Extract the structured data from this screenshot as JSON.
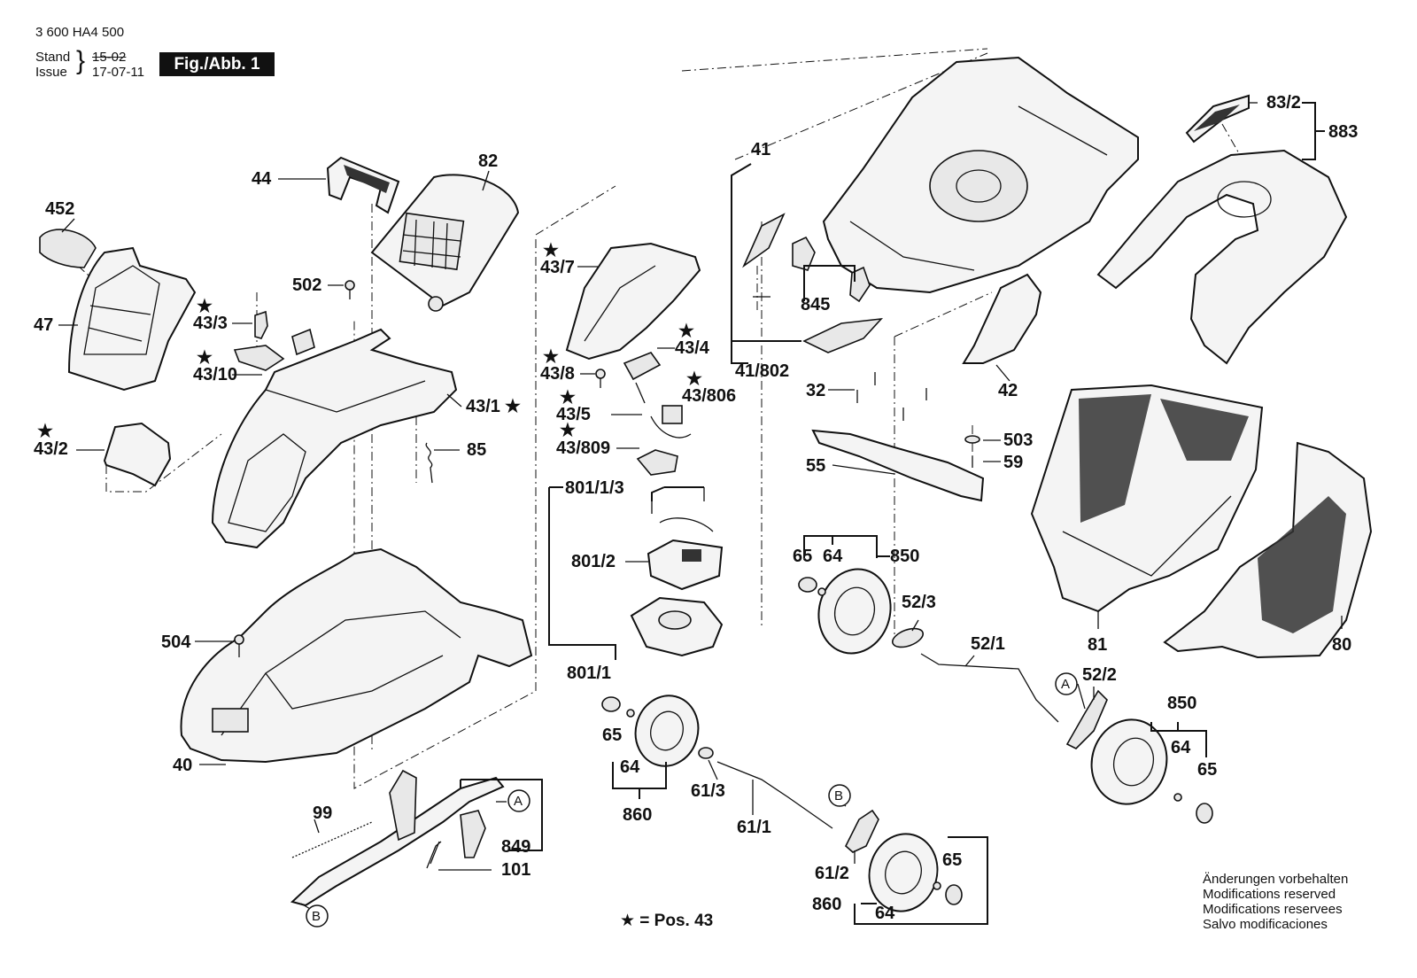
{
  "header": {
    "doc_number": "3 600 HA4 500",
    "stand_label": "Stand",
    "issue_label": "Issue",
    "stand_date": "15-02",
    "issue_date": "17-07-11",
    "figure_label": "Fig./Abb. 1"
  },
  "legend": {
    "star_note": "★ = Pos. 43"
  },
  "notes": {
    "de": "Änderungen vorbehalten",
    "en": "Modifications reserved",
    "fr": "Modifications reservees",
    "es": "Salvo modificaciones"
  },
  "callouts": {
    "c452": "452",
    "c47": "47",
    "c44": "44",
    "c82": "82",
    "c502": "502",
    "c43_3": "43/3",
    "c43_10": "43/10",
    "c43_1": "43/1",
    "c85": "85",
    "c43_2": "43/2",
    "c504": "504",
    "c40": "40",
    "c99": "99",
    "c849": "849",
    "c101": "101",
    "c43_7": "43/7",
    "c43_4": "43/4",
    "c43_8": "43/8",
    "c43_5": "43/5",
    "c43_806": "43/806",
    "c43_809": "43/809",
    "c801_1_3": "801/1/3",
    "c801_2": "801/2",
    "c801_1": "801/1",
    "c41": "41",
    "c845": "845",
    "c41_802": "41/802",
    "c32": "32",
    "c42": "42",
    "c503": "503",
    "c59": "59",
    "c55": "55",
    "c83_2": "83/2",
    "c883": "883",
    "c81": "81",
    "c80": "80",
    "c65_a": "65",
    "c64_a": "64",
    "c850_a": "850",
    "c52_3": "52/3",
    "c52_1": "52/1",
    "c52_2": "52/2",
    "c850_b": "850",
    "c64_b": "64",
    "c65_b": "65",
    "c65_c": "65",
    "c64_c": "64",
    "c860_a": "860",
    "c61_3": "61/3",
    "c61_1": "61/1",
    "c61_2": "61/2",
    "c860_b": "860",
    "c64_d": "64",
    "c65_d": "65",
    "ref_a": "A",
    "ref_b": "B"
  },
  "stars": "★"
}
